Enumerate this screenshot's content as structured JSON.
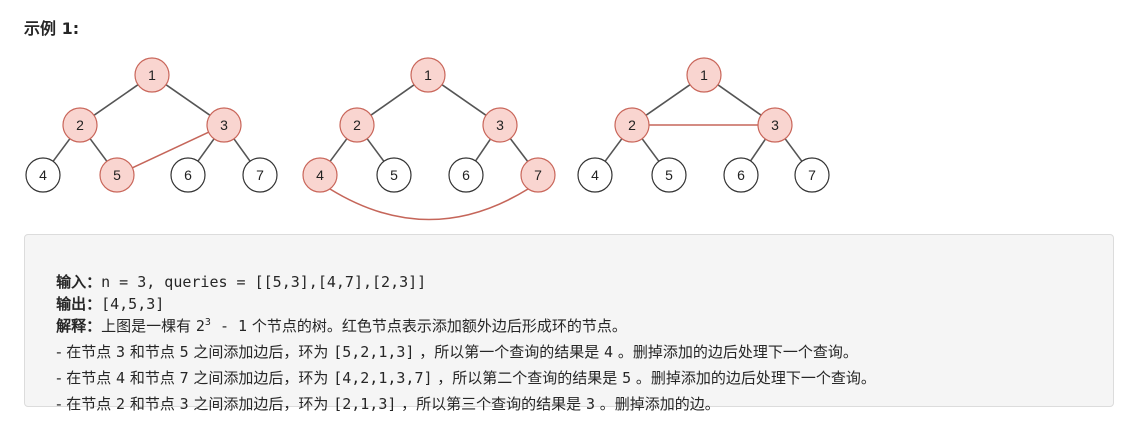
{
  "heading": "示例 1:",
  "trees": [
    {
      "nodes": [
        {
          "label": "1",
          "highlight": true
        },
        {
          "label": "2",
          "highlight": true
        },
        {
          "label": "3",
          "highlight": true
        },
        {
          "label": "4",
          "highlight": false
        },
        {
          "label": "5",
          "highlight": true
        },
        {
          "label": "6",
          "highlight": false
        },
        {
          "label": "7",
          "highlight": false
        }
      ],
      "added_edge": [
        "5",
        "3"
      ]
    },
    {
      "nodes": [
        {
          "label": "1",
          "highlight": true
        },
        {
          "label": "2",
          "highlight": true
        },
        {
          "label": "3",
          "highlight": true
        },
        {
          "label": "4",
          "highlight": true
        },
        {
          "label": "5",
          "highlight": false
        },
        {
          "label": "6",
          "highlight": false
        },
        {
          "label": "7",
          "highlight": true
        }
      ],
      "added_edge": [
        "4",
        "7"
      ]
    },
    {
      "nodes": [
        {
          "label": "1",
          "highlight": true
        },
        {
          "label": "2",
          "highlight": true
        },
        {
          "label": "3",
          "highlight": true
        },
        {
          "label": "4",
          "highlight": false
        },
        {
          "label": "5",
          "highlight": false
        },
        {
          "label": "6",
          "highlight": false
        },
        {
          "label": "7",
          "highlight": false
        }
      ],
      "added_edge": [
        "2",
        "3"
      ]
    }
  ],
  "colors": {
    "highlight_fill": "#f9d5d0",
    "highlight_stroke": "#c9665a",
    "added_edge": "#c5665a",
    "box_bg": "#f5f5f5"
  },
  "example": {
    "input_label": "输入：",
    "input_value": "n = 3, queries = [[5,3],[4,7],[2,3]]",
    "output_label": "输出：",
    "output_value": "[4,5,3]",
    "explain_label": "解释：",
    "explain_pre": "上图是一棵有 ",
    "explain_base": "2",
    "explain_exp": "3",
    "explain_mid": " - 1",
    "explain_post": " 个节点的树。红色节点表示添加额外边后形成环的节点。",
    "items": [
      {
        "a": "- 在节点 ",
        "u": "3",
        "b": " 和节点 ",
        "v": "5",
        "c": " 之间添加边后，环为 ",
        "cycle": "[5,2,1,3]",
        "d": " ，所以第一个查询的结果是 ",
        "ans": "4",
        "e": " 。删掉添加的边后处理下一个查询。"
      },
      {
        "a": "- 在节点 ",
        "u": "4",
        "b": " 和节点 ",
        "v": "7",
        "c": " 之间添加边后，环为 ",
        "cycle": "[4,2,1,3,7]",
        "d": " ，所以第二个查询的结果是 ",
        "ans": "5",
        "e": " 。删掉添加的边后处理下一个查询。"
      },
      {
        "a": "- 在节点 ",
        "u": "2",
        "b": " 和节点 ",
        "v": "3",
        "c": " 之间添加边后，环为 ",
        "cycle": "[2,1,3]",
        "d": " ，所以第三个查询的结果是 ",
        "ans": "3",
        "e": " 。删掉添加的边。"
      }
    ]
  }
}
